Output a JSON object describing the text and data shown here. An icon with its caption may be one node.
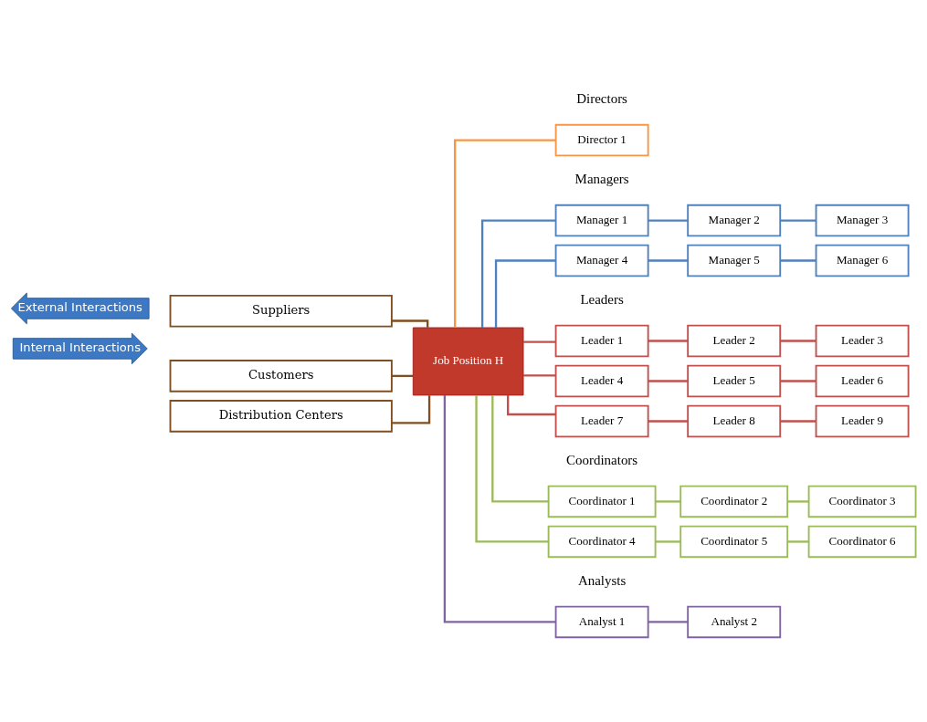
{
  "diagram": {
    "nodes": [
      {
        "text": [
          "External Interactions"
        ]
      },
      {
        "text": [
          "Internal Interactions"
        ]
      },
      {
        "text": [
          "Suppliers"
        ]
      },
      {
        "text": [
          "Customers"
        ]
      },
      {
        "text": [
          "Distribution Centers"
        ]
      },
      {
        "text": [
          "Job Position H"
        ]
      },
      {
        "text": [
          "Director 1"
        ]
      },
      {
        "text": [
          "Manager 1"
        ]
      },
      {
        "text": [
          "Manager 2"
        ]
      },
      {
        "text": [
          "Manager 3"
        ]
      },
      {
        "text": [
          "Manager 4"
        ]
      },
      {
        "text": [
          "Manager 5"
        ]
      },
      {
        "text": [
          "Manager 6"
        ]
      },
      {
        "text": [
          "Leader 1"
        ]
      },
      {
        "text": [
          "Leader 2"
        ]
      },
      {
        "text": [
          "Leader 3"
        ]
      },
      {
        "text": [
          "Leader 4"
        ]
      },
      {
        "text": [
          "Leader 5"
        ]
      },
      {
        "text": [
          "Leader 6"
        ]
      },
      {
        "text": [
          "Leader 7"
        ]
      },
      {
        "text": [
          "Leader 8"
        ]
      },
      {
        "text": [
          "Leader 9"
        ]
      },
      {
        "text": [
          "Coordinator 1"
        ]
      },
      {
        "text": [
          "Coordinator 2"
        ]
      },
      {
        "text": [
          "Coordinator 3"
        ]
      },
      {
        "text": [
          "Coordinator 4"
        ]
      },
      {
        "text": [
          "Coordinator 5"
        ]
      },
      {
        "text": [
          "Coordinator 6"
        ]
      },
      {
        "text": [
          "Analyst 1"
        ]
      },
      {
        "text": [
          "Analyst 2"
        ]
      }
    ],
    "edges": [
      {
        "from": 2,
        "to": 5,
        "arrow": "none",
        "color": "#7f4f1f"
      },
      {
        "from": 3,
        "to": 5,
        "arrow": "none",
        "color": "#7f4f1f"
      },
      {
        "from": 4,
        "to": 5,
        "arrow": "none",
        "color": "#7f4f1f"
      },
      {
        "from": 5,
        "to": 6,
        "arrow": "none",
        "color": "#f79646"
      },
      {
        "from": 5,
        "to": 7,
        "arrow": "none",
        "color": "#4f81bd"
      },
      {
        "from": 7,
        "to": 8,
        "arrow": "none",
        "color": "#4f81bd"
      },
      {
        "from": 8,
        "to": 9,
        "arrow": "none",
        "color": "#4f81bd"
      },
      {
        "from": 5,
        "to": 10,
        "arrow": "none",
        "color": "#4f81bd"
      },
      {
        "from": 10,
        "to": 11,
        "arrow": "none",
        "color": "#4f81bd"
      },
      {
        "from": 11,
        "to": 12,
        "arrow": "none",
        "color": "#4f81bd"
      },
      {
        "from": 5,
        "to": 13,
        "arrow": "none"
      },
      {
        "from": 13,
        "to": 14,
        "arrow": "none"
      },
      {
        "from": 14,
        "to": 15,
        "arrow": "none"
      },
      {
        "from": 5,
        "to": 16,
        "arrow": "none"
      },
      {
        "from": 16,
        "to": 17,
        "arrow": "none"
      },
      {
        "from": 17,
        "to": 18,
        "arrow": "none"
      },
      {
        "from": 5,
        "to": 19,
        "arrow": "none"
      },
      {
        "from": 19,
        "to": 20,
        "arrow": "none"
      },
      {
        "from": 20,
        "to": 21,
        "arrow": "none"
      },
      {
        "from": 5,
        "to": 22,
        "arrow": "none",
        "color": "#9bbb59"
      },
      {
        "from": 22,
        "to": 23,
        "arrow": "none",
        "color": "#9bbb59"
      },
      {
        "from": 23,
        "to": 24,
        "arrow": "none",
        "color": "#9bbb59"
      },
      {
        "from": 5,
        "to": 25,
        "arrow": "none",
        "color": "#9bbb59"
      },
      {
        "from": 25,
        "to": 26,
        "arrow": "none",
        "color": "#9bbb59"
      },
      {
        "from": 26,
        "to": 27,
        "arrow": "none",
        "color": "#9bbb59"
      },
      {
        "from": 5,
        "to": 28,
        "arrow": "none",
        "color": "#8064a2"
      },
      {
        "from": 28,
        "to": 29,
        "arrow": "none",
        "color": "#8064a2"
      }
    ],
    "labels": [
      "Directors",
      "Managers",
      "Leaders",
      "Coordinators",
      "Analysts"
    ]
  }
}
